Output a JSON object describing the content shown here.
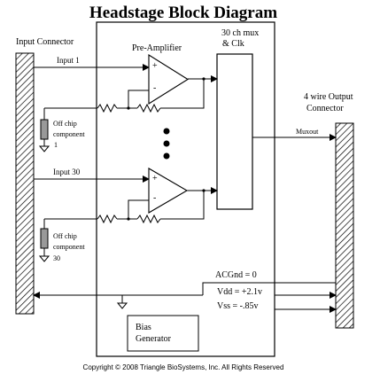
{
  "diagram": {
    "title": "Headstage Block Diagram",
    "labels": {
      "input_connector": "Input Connector",
      "preamp": "Pre-Amplifier",
      "mux_line1": "30 ch mux",
      "mux_line2": "& Clk",
      "output_conn_line1": "4 wire Output",
      "output_conn_line2": "Connector",
      "input1": "Input 1",
      "input30": "Input 30",
      "offchip1_line1": "Off chip",
      "offchip1_line2": "component",
      "offchip1_line3": "1",
      "offchip30_line1": "Off chip",
      "offchip30_line2": "component",
      "offchip30_line3": "30",
      "muxout": "Muxout",
      "acgnd": "ACGnd = 0",
      "vdd": "Vdd = +2.1v",
      "vss": "Vss = -.85v",
      "bias_line1": "Bias",
      "bias_line2": "Generator",
      "opamp_plus": "+",
      "opamp_minus": "-"
    },
    "copyright": "Copyright © 2008 Triangle BioSystems, Inc. All Rights Reserved"
  },
  "colors": {
    "line": "#000000",
    "background": "#ffffff"
  }
}
